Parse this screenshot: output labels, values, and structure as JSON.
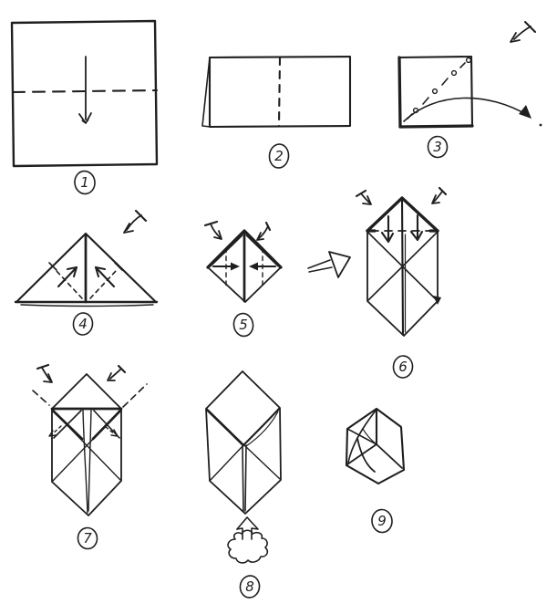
{
  "sheet": {
    "background": "#ffffff",
    "ink_color": "#1f1f1f",
    "kind": "hand-drawn origami folding instructions",
    "step_count": 9
  },
  "steps": [
    {
      "number": "1",
      "icons": [
        "fold-down-arrow",
        "valley-fold-dashed-line"
      ]
    },
    {
      "number": "2",
      "icons": [
        "valley-fold-dashed-line",
        "folded-edge-flap"
      ]
    },
    {
      "number": "3",
      "icons": [
        "crease-dotted-line",
        "open-squash-curved-arrow",
        "turn-over-arrow"
      ]
    },
    {
      "number": "4",
      "icons": [
        "fold-up-arrows",
        "valley-fold-dashed-lines",
        "turn-over-arrow"
      ]
    },
    {
      "number": "5",
      "icons": [
        "fold-in-arrows",
        "valley-fold-dashed-lines",
        "tail-fold-arrows",
        "next-step-outline-arrow"
      ]
    },
    {
      "number": "6",
      "icons": [
        "fold-down-arrows",
        "valley-fold-dashed-line",
        "tail-fold-arrows",
        "corner-arrowhead"
      ]
    },
    {
      "number": "7",
      "icons": [
        "tuck-in-dashed-arrows",
        "crease-dashed-lines",
        "tail-fold-arrows"
      ]
    },
    {
      "number": "8",
      "icons": [
        "inflate-outline-arrow",
        "blow-cloud"
      ]
    },
    {
      "number": "9",
      "icons": []
    }
  ]
}
